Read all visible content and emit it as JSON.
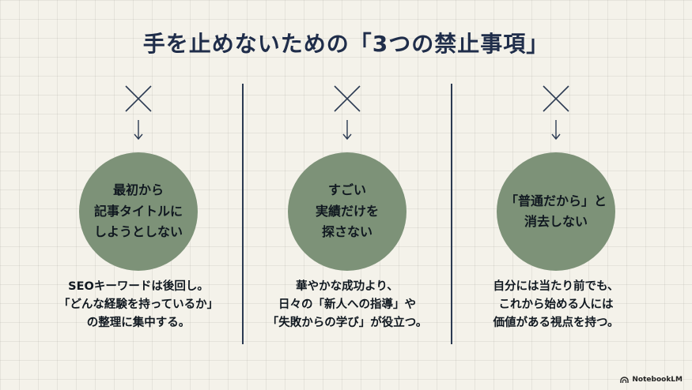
{
  "title": "手を止めないための「3つの禁止事項」",
  "items": [
    {
      "circle_text": "最初から\n記事タイトルに\nしようとしない",
      "description": "SEOキーワードは後回し。\n「どんな経験を持っているか」\nの整理に集中する。"
    },
    {
      "circle_text": "すごい\n実績だけを\n探さない",
      "description": "華やかな成功より、\n日々の「新人への指導」や\n「失敗からの学び」が役立つ。"
    },
    {
      "circle_text": "「普通だから」と\n消去しない",
      "description": "自分には当たり前でも、\nこれから始める人には\n価値がある視点を持つ。"
    }
  ],
  "footer": {
    "brand": "NotebookLM"
  },
  "colors": {
    "background": "#f4f2ea",
    "circle": "#7d9278",
    "accent_navy": "#1f2d4a"
  }
}
